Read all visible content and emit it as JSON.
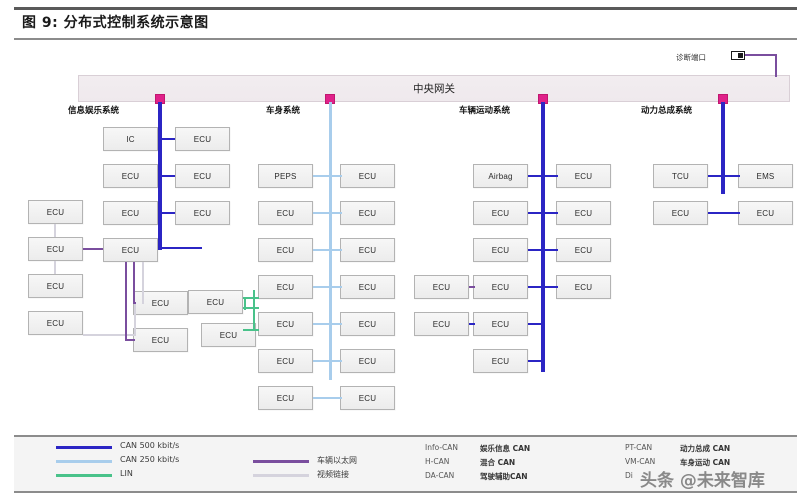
{
  "figure": {
    "title": "图 9: 分布式控制系统示意图"
  },
  "diagram": {
    "gateway_label": "中央网关",
    "diagnostic_port_label": "诊断端口",
    "sections": [
      {
        "id": "infotainment",
        "title": "信息娱乐系统"
      },
      {
        "id": "body",
        "title": "车身系统"
      },
      {
        "id": "motion",
        "title": "车辆运动系统"
      },
      {
        "id": "powertrain",
        "title": "动力总成系统"
      }
    ],
    "nodes": {
      "infotainment": {
        "left": [
          "IC",
          "ECU",
          "ECU",
          "ECU"
        ],
        "right": [
          "ECU",
          "ECU",
          "ECU"
        ],
        "far_left": [
          "ECU",
          "ECU",
          "ECU",
          "ECU"
        ],
        "lower": [
          "ECU",
          "ECU"
        ]
      },
      "body": {
        "left": [
          "PEPS",
          "ECU",
          "ECU",
          "ECU",
          "ECU",
          "ECU",
          "ECU"
        ],
        "right": [
          "ECU",
          "ECU",
          "ECU",
          "ECU",
          "ECU",
          "ECU",
          "ECU"
        ],
        "lin": [
          "ECU",
          "ECU"
        ]
      },
      "motion": {
        "left": [
          "Airbag",
          "ECU",
          "ECU",
          "ECU",
          "ECU",
          "ECU"
        ],
        "right": [
          "ECU",
          "ECU",
          "ECU",
          "ECU"
        ],
        "far_left": [
          "ECU",
          "ECU"
        ]
      },
      "powertrain": {
        "left": [
          "TCU",
          "ECU"
        ],
        "right": [
          "EMS",
          "ECU"
        ]
      }
    },
    "colors": {
      "can500": "#2b25c4",
      "can250": "#a8cdec",
      "lin": "#49c28a",
      "ethernet": "#7a4e9e",
      "video": "#d5d3dd",
      "connector": "#e0218a",
      "gateway_fill": "#f1ecef"
    }
  },
  "legend": {
    "bus_types": [
      {
        "label": "CAN 500 kbit/s",
        "color": "#2b25c4"
      },
      {
        "label": "CAN 250 kbit/s",
        "color": "#a8cdec"
      },
      {
        "label": "LIN",
        "color": "#49c28a"
      },
      {
        "label": "车辆以太网",
        "color": "#7a4e9e"
      },
      {
        "label": "视频链接",
        "color": "#d5d3dd"
      }
    ],
    "abbreviations": [
      {
        "abbr": "Info-CAN",
        "meaning": "娱乐信息 CAN"
      },
      {
        "abbr": "H-CAN",
        "meaning": "混合 CAN"
      },
      {
        "abbr": "DA-CAN",
        "meaning": "驾驶辅助CAN"
      },
      {
        "abbr": "PT-CAN",
        "meaning": "动力总成 CAN"
      },
      {
        "abbr": "VM-CAN",
        "meaning": "车身运动 CAN"
      },
      {
        "abbr": "Di",
        "meaning": ""
      }
    ]
  },
  "watermark": {
    "text": "头条 @未来智库"
  }
}
